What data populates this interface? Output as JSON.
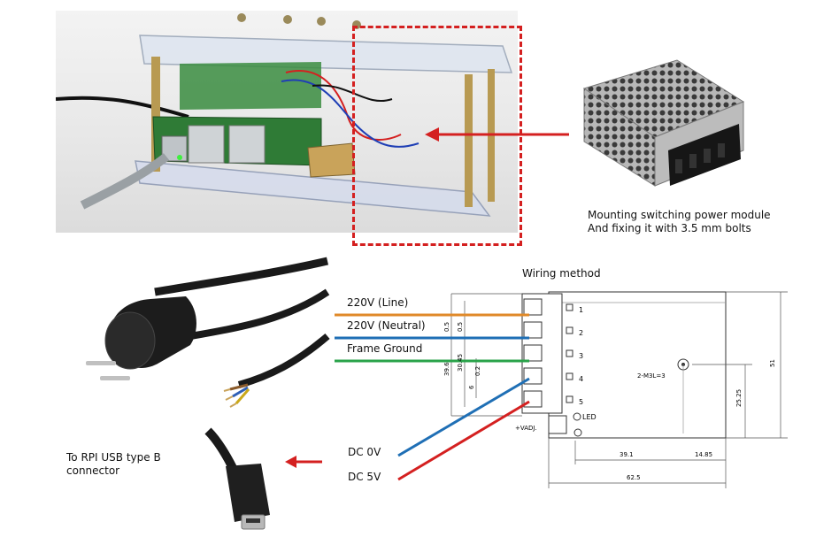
{
  "top_note": {
    "line1": "Mounting switching power module",
    "line2": "And fixing it with 3.5 mm bolts"
  },
  "wiring": {
    "title": "Wiring method",
    "line": "220V (Line)",
    "neutral": "220V (Neutral)",
    "ground": "Frame Ground",
    "dc0": "DC 0V",
    "dc5": "DC 5V",
    "colors": {
      "line": "#e08a2a",
      "neutral": "#1f6fb5",
      "ground": "#2aa34a",
      "dc0": "#1f6fb5",
      "dc5": "#d42020",
      "arrow": "#d42020"
    }
  },
  "rpi_note": {
    "line1": "To RPI USB type B",
    "line2": "connector"
  },
  "drawing": {
    "pins": [
      "1",
      "2",
      "3",
      "4",
      "5"
    ],
    "led": "LED",
    "vadj": "+VADJ.",
    "hole": "2-M3L=3",
    "dim_39_1": "39.1",
    "dim_14_85": "14.85",
    "dim_62_5": "62.5",
    "dim_51": "51",
    "dim_25_25": "25.25",
    "dim_39_6": "39.6",
    "dim_30_45": "30.45",
    "dim_0_5a": "0.5",
    "dim_0_5b": "0.5",
    "dim_6": "6",
    "dim_0_2": "0.2"
  }
}
